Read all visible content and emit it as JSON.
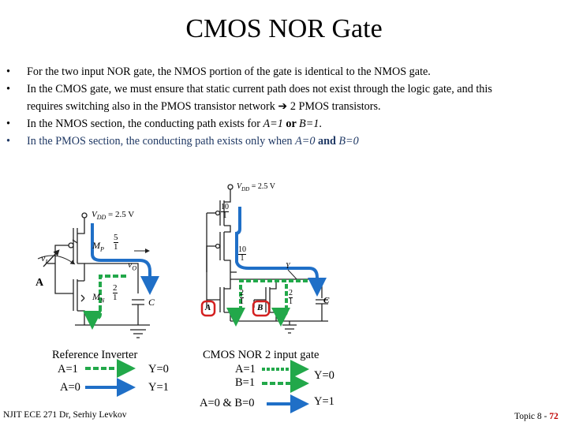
{
  "slide": {
    "title": "CMOS NOR Gate",
    "bullets": [
      {
        "text": "For the two input NOR gate, the NMOS portion of the gate is identical to the NMOS gate."
      },
      {
        "line1": "In the CMOS gate, we must ensure that static current path does not exist through the logic gate, and this",
        "line2a": "requires switching also in the PMOS transistor network ",
        "arrow": "➔",
        "line2b": " 2 PMOS transistors."
      },
      {
        "pre": "In the NMOS section, the conducting path exists for ",
        "v1": "A=1",
        "conj": " or ",
        "v2": "B=1",
        "post": "."
      },
      {
        "pre": "In the PMOS section, the conducting path exists only when ",
        "v1": "A=0",
        "conj": " and ",
        "v2": "B=0"
      }
    ],
    "bullet_char": "•"
  },
  "inverter_circuit": {
    "vdd": "V",
    "vdd_sub": "DD",
    "vdd_value": " = 2.5 V",
    "pmos_label": "M",
    "pmos_sub": "P",
    "nmos_label": "M",
    "nmos_sub": "N",
    "pmos_ratio_top": "5",
    "pmos_ratio_bottom": "1",
    "nmos_ratio_top": "2",
    "nmos_ratio_bottom": "1",
    "input_label": "v",
    "input_sub": "I",
    "output_label": "v",
    "output_sub": "O",
    "cap_label": "C",
    "input_name": "A"
  },
  "nor_circuit": {
    "vdd": "V",
    "vdd_sub": "DD",
    "vdd_value": " = 2.5 V",
    "p1_ratio_top": "10",
    "p1_ratio_bottom": "1",
    "p2_ratio_top": "10",
    "p2_ratio_bottom": "1",
    "n1_ratio_top": "2",
    "n1_ratio_bottom": "1",
    "n2_ratio_top": "2",
    "n2_ratio_bottom": "1",
    "output_label": "Y",
    "cap_label": "C",
    "input_a": "A",
    "input_b": "B"
  },
  "legend": {
    "ref_title": "Reference Inverter",
    "ref_a1": "A=1",
    "ref_y0": "Y=0",
    "ref_a0": "A=0",
    "ref_y1": "Y=1",
    "nor_title": "CMOS  NOR   2 input gate",
    "nor_a1": "A=1",
    "nor_b1": "B=1",
    "nor_y0": "Y=0",
    "nor_ab0": "A=0 & B=0",
    "nor_y1": "Y=1"
  },
  "footer": {
    "left": "NJIT ECE 271  Dr, Serhiy Levkov",
    "right_prefix": "Topic 8 - ",
    "right_page": "72"
  },
  "colors": {
    "blue_path": "#1f6fc7",
    "green_path": "#22a84a",
    "red_circle": "#d42020",
    "wire": "#222222",
    "bullet_text": "#1f3864"
  }
}
